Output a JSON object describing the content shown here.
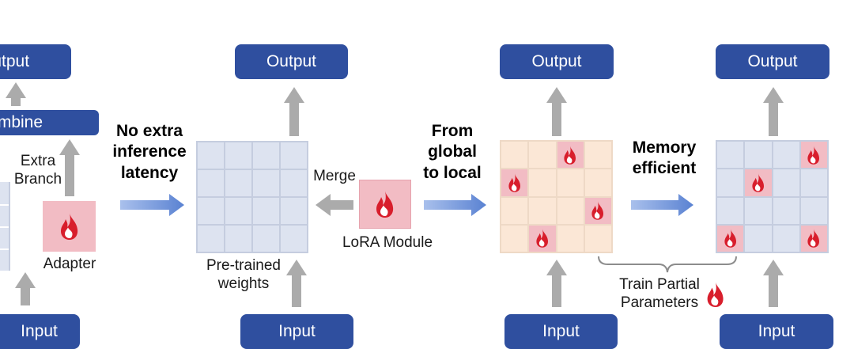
{
  "panel1": {
    "output_label": "Output",
    "combine_label": "Combine",
    "extra_branch_label": "Extra\nBranch",
    "adapter_label": "Adapter",
    "input_label": "Input"
  },
  "transition1": {
    "label": "No extra\ninference\nlatency"
  },
  "panel2": {
    "output_label": "Output",
    "merge_label": "Merge",
    "lora_label": "LoRA Module",
    "pretrained_label": "Pre-trained\nweights",
    "input_label": "Input"
  },
  "transition2": {
    "label": "From\nglobal\nto local"
  },
  "panel3": {
    "output_label": "Output",
    "input_label": "Input",
    "highlighted_cells": [
      [
        0,
        2
      ],
      [
        1,
        0
      ],
      [
        2,
        3
      ],
      [
        3,
        1
      ]
    ]
  },
  "transition3": {
    "label": "Memory\nefficient"
  },
  "panel4": {
    "output_label": "Output",
    "input_label": "Input",
    "highlighted_cells": [
      [
        0,
        3
      ],
      [
        1,
        1
      ],
      [
        3,
        0
      ],
      [
        3,
        3
      ]
    ]
  },
  "train_partial_label": "Train Partial\nParameters",
  "colors": {
    "io_box": "#2f4f9f",
    "arrow_gray": "#ababab",
    "arrow_blue": "#6b8fd6",
    "blue_cell": "#dde3f0",
    "peach_cell": "#fbe7d6",
    "pink_cell": "#f2bcc4",
    "flame": "#d81e2c"
  }
}
